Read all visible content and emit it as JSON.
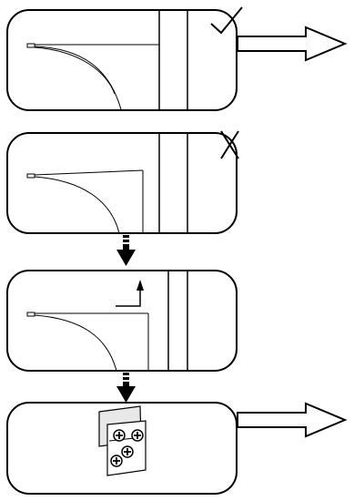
{
  "colors": {
    "stroke": "#000000",
    "background": "#ffffff",
    "panel_fill": "#e8e8e8"
  },
  "panels": [
    {
      "id": "panel-1",
      "marker": "check-mark-icon",
      "outcome_arrow": "right-arrow-icon"
    },
    {
      "id": "panel-2",
      "marker": "x-mark-icon",
      "next_step_arrow": "down-arrow-icon"
    },
    {
      "id": "panel-3",
      "next_step_arrow": "down-arrow-icon",
      "detail": "step-arrow-icon"
    },
    {
      "id": "panel-4",
      "outcome_arrow": "right-arrow-icon",
      "detail": "bracket-with-screws"
    }
  ]
}
